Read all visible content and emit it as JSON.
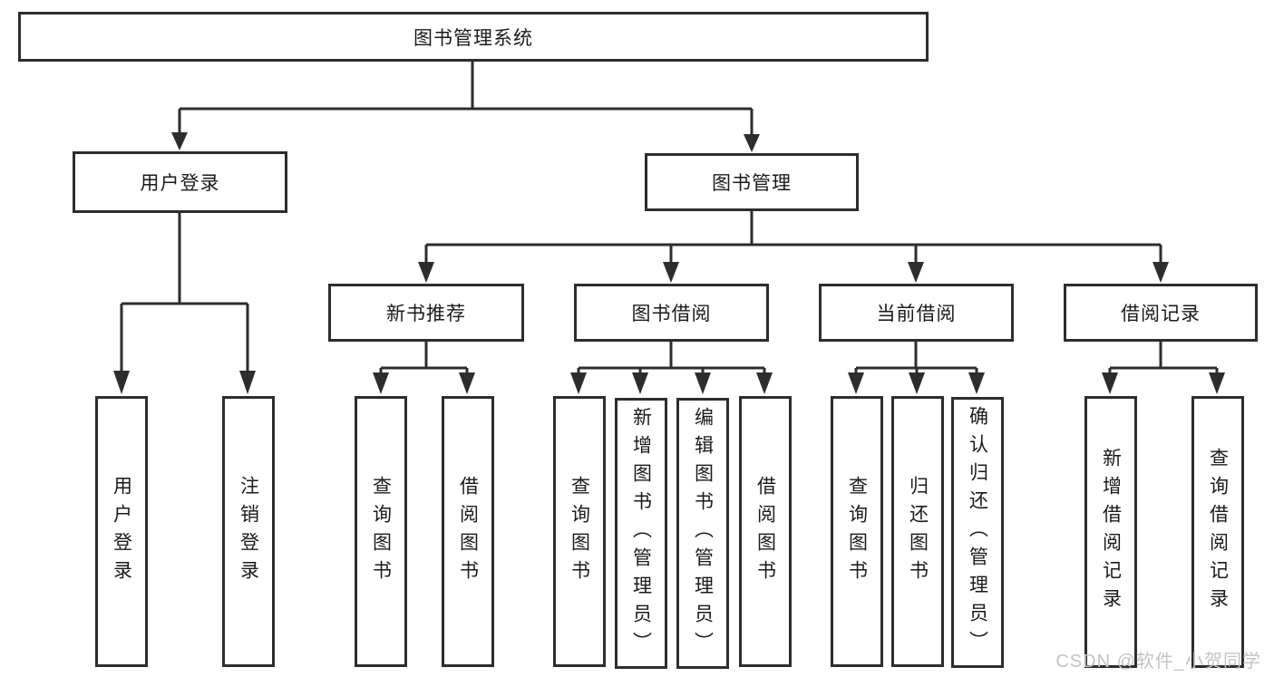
{
  "diagram": {
    "type": "hierarchy-tree",
    "tree": {
      "label": "图书管理系统",
      "children": [
        {
          "label": "用户登录",
          "children": [
            {
              "label": "用户登录"
            },
            {
              "label": "注销登录"
            }
          ]
        },
        {
          "label": "图书管理",
          "children": [
            {
              "label": "新书推荐",
              "children": [
                {
                  "label": "查询图书"
                },
                {
                  "label": "借阅图书"
                }
              ]
            },
            {
              "label": "图书借阅",
              "children": [
                {
                  "label": "查询图书"
                },
                {
                  "label": "新增图书（管理员）"
                },
                {
                  "label": "编辑图书（管理员）"
                },
                {
                  "label": "借阅图书"
                }
              ]
            },
            {
              "label": "当前借阅",
              "children": [
                {
                  "label": "查询图书"
                },
                {
                  "label": "归还图书"
                },
                {
                  "label": "确认归还（管理员）"
                }
              ]
            },
            {
              "label": "借阅记录",
              "children": [
                {
                  "label": "新增借阅记录"
                },
                {
                  "label": "查询借阅记录"
                }
              ]
            }
          ]
        }
      ]
    },
    "colors": {
      "line": "#2d2d2d",
      "text": "#1a1a1a",
      "watermark": "#c3c3c3",
      "background": "#ffffff"
    }
  },
  "watermark": {
    "text": "CSDN @软件_小贺同学"
  }
}
